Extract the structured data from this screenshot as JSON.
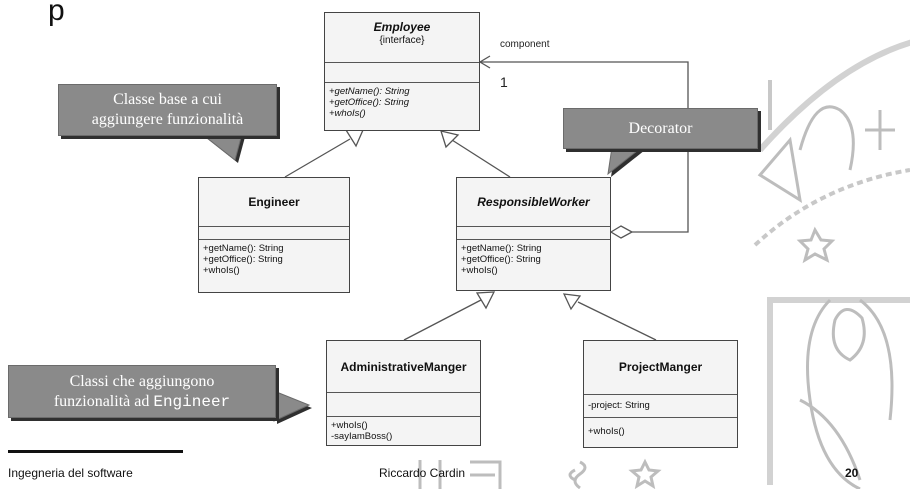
{
  "slide": {
    "title_fragment": "p",
    "footer": {
      "course": "Ingegneria del software",
      "author": "Riccardo Cardin",
      "page": "20"
    }
  },
  "classes": {
    "employee": {
      "name": "Employee",
      "stereotype": "{interface}",
      "operations": [
        "+getName(): String",
        "+getOffice(): String",
        "+whoIs()"
      ]
    },
    "engineer": {
      "name": "Engineer",
      "operations": [
        "+getName(): String",
        "+getOffice(): String",
        "+whoIs()"
      ]
    },
    "responsible_worker": {
      "name": "ResponsibleWorker",
      "operations": [
        "+getName(): String",
        "+getOffice(): String",
        "+whoIs()"
      ]
    },
    "administrative_manger": {
      "name": "AdministrativeManger",
      "operations": [
        "+whoIs()",
        "-sayIamBoss()"
      ]
    },
    "project_manger": {
      "name": "ProjectManger",
      "attributes": [
        "-project: String"
      ],
      "operations": [
        "+whoIs()"
      ]
    }
  },
  "association": {
    "role": "component",
    "multiplicity": "1"
  },
  "callouts": {
    "base_class": {
      "line1": "Classe base a cui",
      "line2": "aggiungere funzionalità"
    },
    "decorator": {
      "text": "Decorator"
    },
    "subclasses": {
      "line1": "Classi che aggiungono",
      "line2_prefix": "funzionalità ad ",
      "line2_code": "Engineer"
    }
  }
}
